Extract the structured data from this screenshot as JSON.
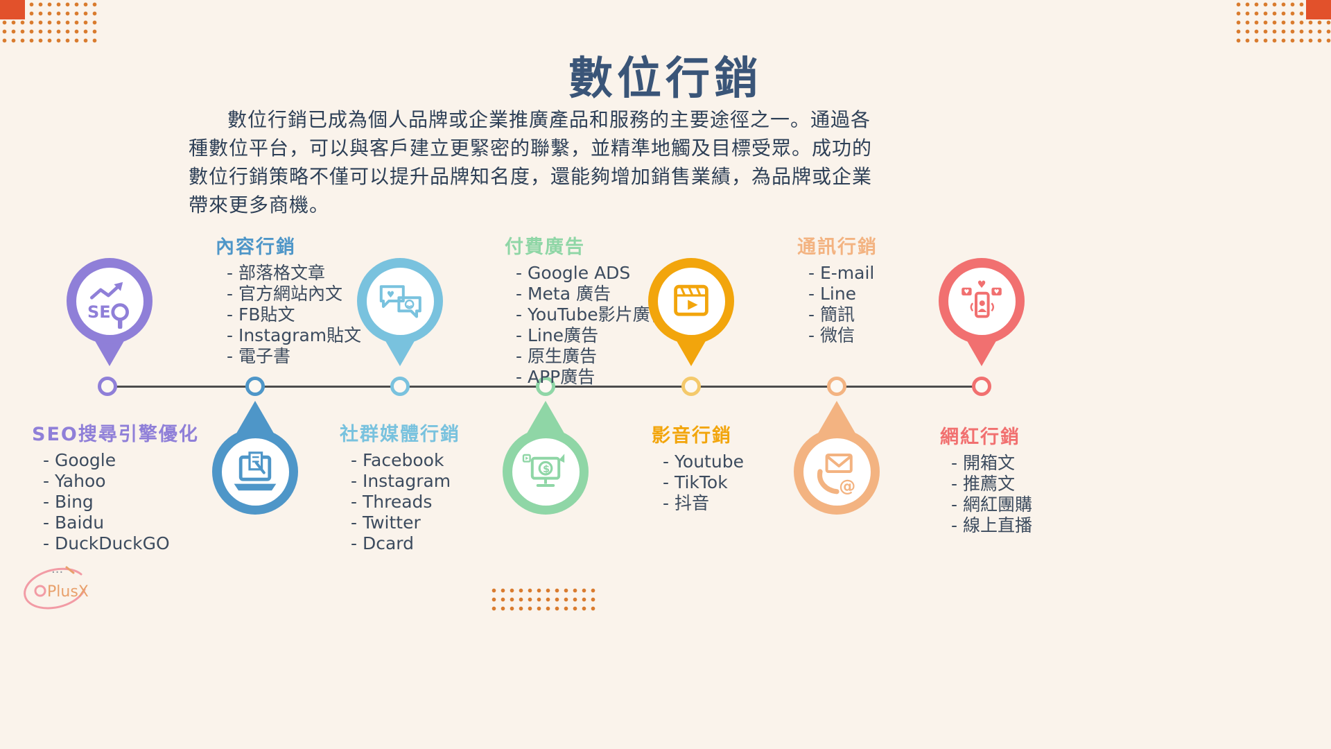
{
  "header": {
    "title": "數位行銷",
    "intro": "數位行銷已成為個人品牌或企業推廣產品和服務的主要途徑之一。通過各種數位平台，可以與客戶建立更緊密的聯繫，並精準地觸及目標受眾。成功的數位行銷策略不僅可以提升品牌知名度，還能夠增加銷售業績，為品牌或企業帶來更多商機。"
  },
  "colors": {
    "background": "#FAF3EB",
    "title": "#3A5578",
    "body_text": "#2E4057",
    "timeline": "#4C4C4C",
    "accent_dots": "#D97B2E",
    "corner_accent": "#E2512B"
  },
  "categories": [
    {
      "title": "SEO搜尋引擎優化",
      "color": "#8F7FD8",
      "side": "pin-above-list-below",
      "icon": "seo-magnifier-icon",
      "items": [
        "- Google",
        "- Yahoo",
        "- Bing",
        "- Baidu",
        "- DuckDuckGO"
      ]
    },
    {
      "title": "內容行銷",
      "color": "#4E96C8",
      "side": "pin-below-list-above",
      "icon": "laptop-writing-icon",
      "items": [
        "- 部落格文章",
        "- 官方網站內文",
        "- FB貼文",
        "- Instagram貼文",
        "- 電子書"
      ]
    },
    {
      "title": "社群媒體行銷",
      "color": "#79C2DE",
      "side": "pin-above-list-below",
      "icon": "chat-bubbles-icon",
      "items": [
        "- Facebook",
        "- Instagram",
        "- Threads",
        "- Twitter",
        "- Dcard"
      ]
    },
    {
      "title": "付費廣告",
      "color": "#8FD6A6",
      "side": "pin-below-list-above",
      "icon": "ads-monitor-icon",
      "items": [
        "- Google  ADS",
        "- Meta 廣告",
        "- YouTube影片廣告",
        "- Line廣告",
        "- 原生廣告",
        "- APP廣告"
      ]
    },
    {
      "title": "影音行銷",
      "color": "#F2A50C",
      "side": "pin-above-list-below",
      "icon": "clapperboard-play-icon",
      "items": [
        "- Youtube",
        "- TikTok",
        "- 抖音"
      ]
    },
    {
      "title": "通訊行銷",
      "color": "#F3B381",
      "side": "pin-below-list-above",
      "icon": "mail-phone-icon",
      "items": [
        "- E-mail",
        "- Line",
        "- 簡訊",
        "- 微信"
      ]
    },
    {
      "title": "網紅行銷",
      "color": "#F17070",
      "side": "pin-above-list-below",
      "icon": "influencer-phone-icon",
      "items": [
        "- 開箱文",
        "- 推薦文",
        "- 網紅團購",
        "- 線上直播"
      ]
    }
  ],
  "icon_text": {
    "seo": "SE",
    "dollar": "$",
    "at": "@",
    "heart": "♥"
  },
  "logo": {
    "name": "PlusX",
    "dots": "..."
  }
}
